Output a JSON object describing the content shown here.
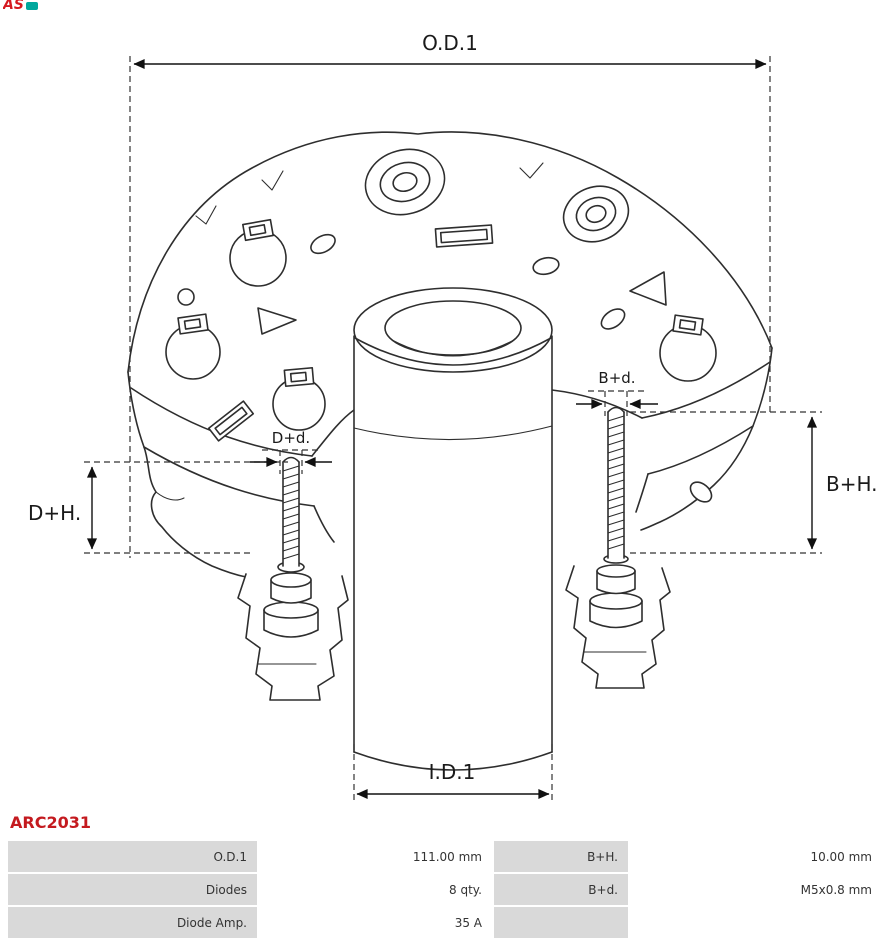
{
  "logo": {
    "text": "AS"
  },
  "part_number": "ARC2031",
  "drawing": {
    "labels": {
      "od1": "O.D.1",
      "id1": "I.D.1",
      "dh": "D+H.",
      "dd": "D+d.",
      "bh": "B+H.",
      "bd": "B+d."
    }
  },
  "specs_table": {
    "rows": [
      {
        "c0": "O.D.1",
        "c1": "111.00 mm",
        "c2": "B+H.",
        "c3": "10.00 mm"
      },
      {
        "c0": "Diodes",
        "c1": "8 qty.",
        "c2": "B+d.",
        "c3": "M5x0.8 mm"
      },
      {
        "c0": "Diode Amp.",
        "c1": "35 A",
        "c2": "",
        "c3": ""
      }
    ]
  },
  "colors": {
    "accent_red": "#c41a1f",
    "logo_teal": "#00a79d",
    "table_label_bg": "#d9d9d9",
    "line_color": "#2e2e2e"
  }
}
